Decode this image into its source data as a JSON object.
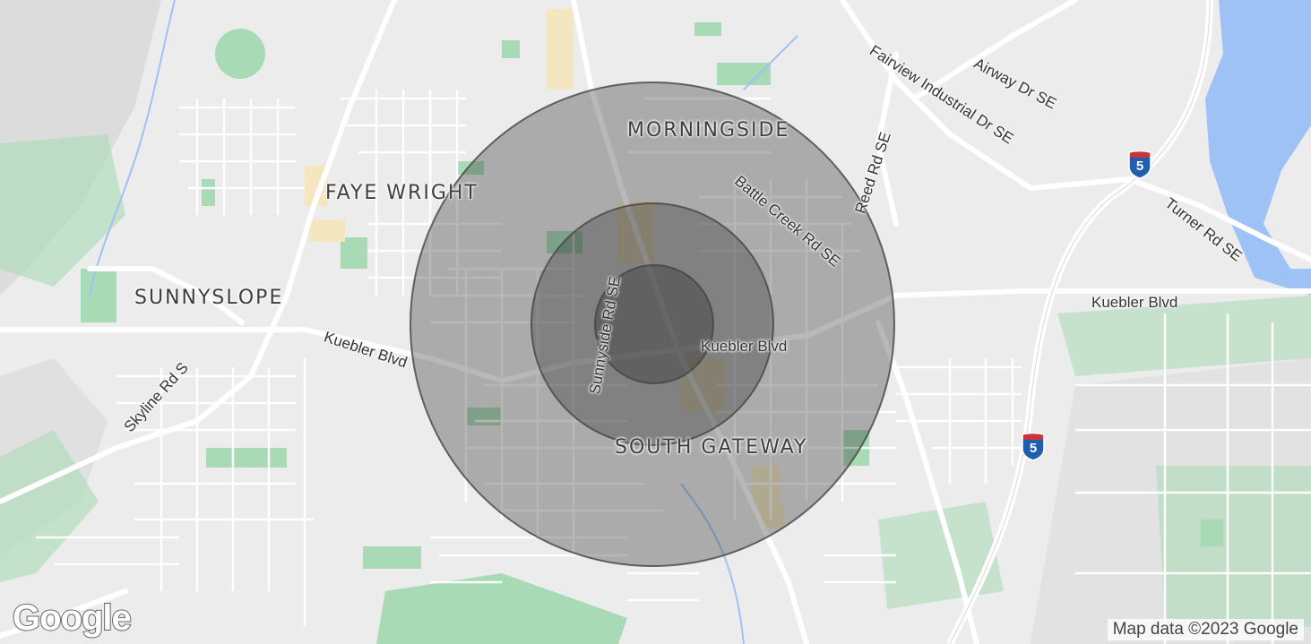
{
  "map": {
    "neighborhoods": [
      "MORNINGSIDE",
      "FAYE WRIGHT",
      "SUNNYSLOPE",
      "SOUTH GATEWAY"
    ],
    "roads": [
      "Fairview Industrial Dr SE",
      "Airway Dr SE",
      "Reed Rd SE",
      "Battle Creek Rd SE",
      "Turner Rd SE",
      "Kuebler Blvd",
      "Kuebler Blvd",
      "Kuebler Blvd",
      "Sunnyside Rd SE",
      "Skyline Rd S"
    ],
    "highway_shields": [
      "5",
      "5"
    ],
    "rings": [
      "inner-ring",
      "middle-ring",
      "outer-ring"
    ],
    "colors": {
      "ring_fill": "#333333",
      "park": "#a8dab5",
      "water": "#9ec2f5",
      "road": "#ffffff",
      "shield_blue": "#1f5fb0",
      "shield_red": "#c8343a"
    }
  },
  "branding": {
    "logo": "Google",
    "attribution": "Map data ©2023 Google"
  }
}
